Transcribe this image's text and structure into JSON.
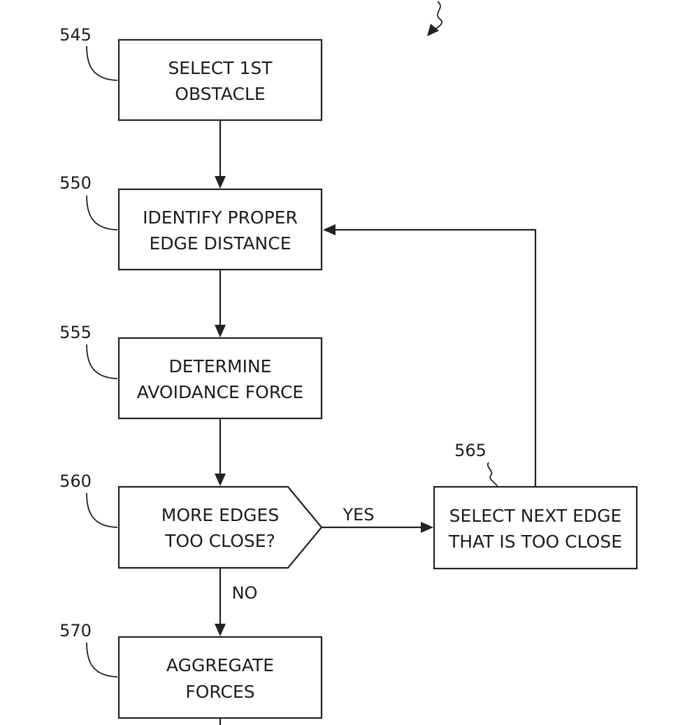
{
  "colors": {
    "background": "#ffffff",
    "stroke": "#222222",
    "text": "#1c1c1c"
  },
  "steps": {
    "s545": {
      "ref": "545",
      "line1": "SELECT 1ST",
      "line2": "OBSTACLE"
    },
    "s550": {
      "ref": "550",
      "line1": "IDENTIFY PROPER",
      "line2": "EDGE DISTANCE"
    },
    "s555": {
      "ref": "555",
      "line1": "DETERMINE",
      "line2": "AVOIDANCE FORCE"
    },
    "s560": {
      "ref": "560",
      "line1": "MORE EDGES",
      "line2": "TOO CLOSE?"
    },
    "s565": {
      "ref": "565",
      "line1": "SELECT NEXT EDGE",
      "line2": "THAT IS TOO CLOSE"
    },
    "s570": {
      "ref": "570",
      "line1": "AGGREGATE",
      "line2": "FORCES"
    }
  },
  "edges": {
    "yes_label": "YES",
    "no_label": "NO"
  }
}
